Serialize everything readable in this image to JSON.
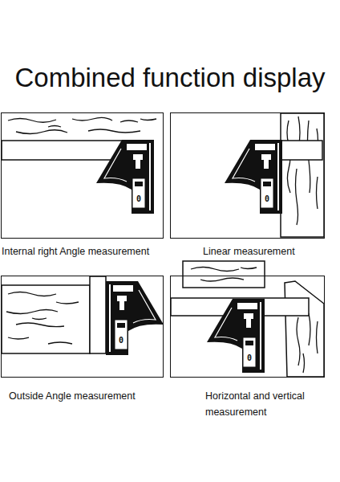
{
  "diagram": {
    "title": "Combined function display",
    "nodes": [
      {
        "text": [
          "Internal right Angle measurement"
        ]
      },
      {
        "text": [
          "Linear measurement"
        ]
      },
      {
        "text": [
          "Outside Angle measurement"
        ]
      },
      {
        "text": [
          "Horizontal and vertical measurement"
        ]
      }
    ],
    "labels": [
      "0",
      "0",
      "0",
      "0"
    ]
  }
}
